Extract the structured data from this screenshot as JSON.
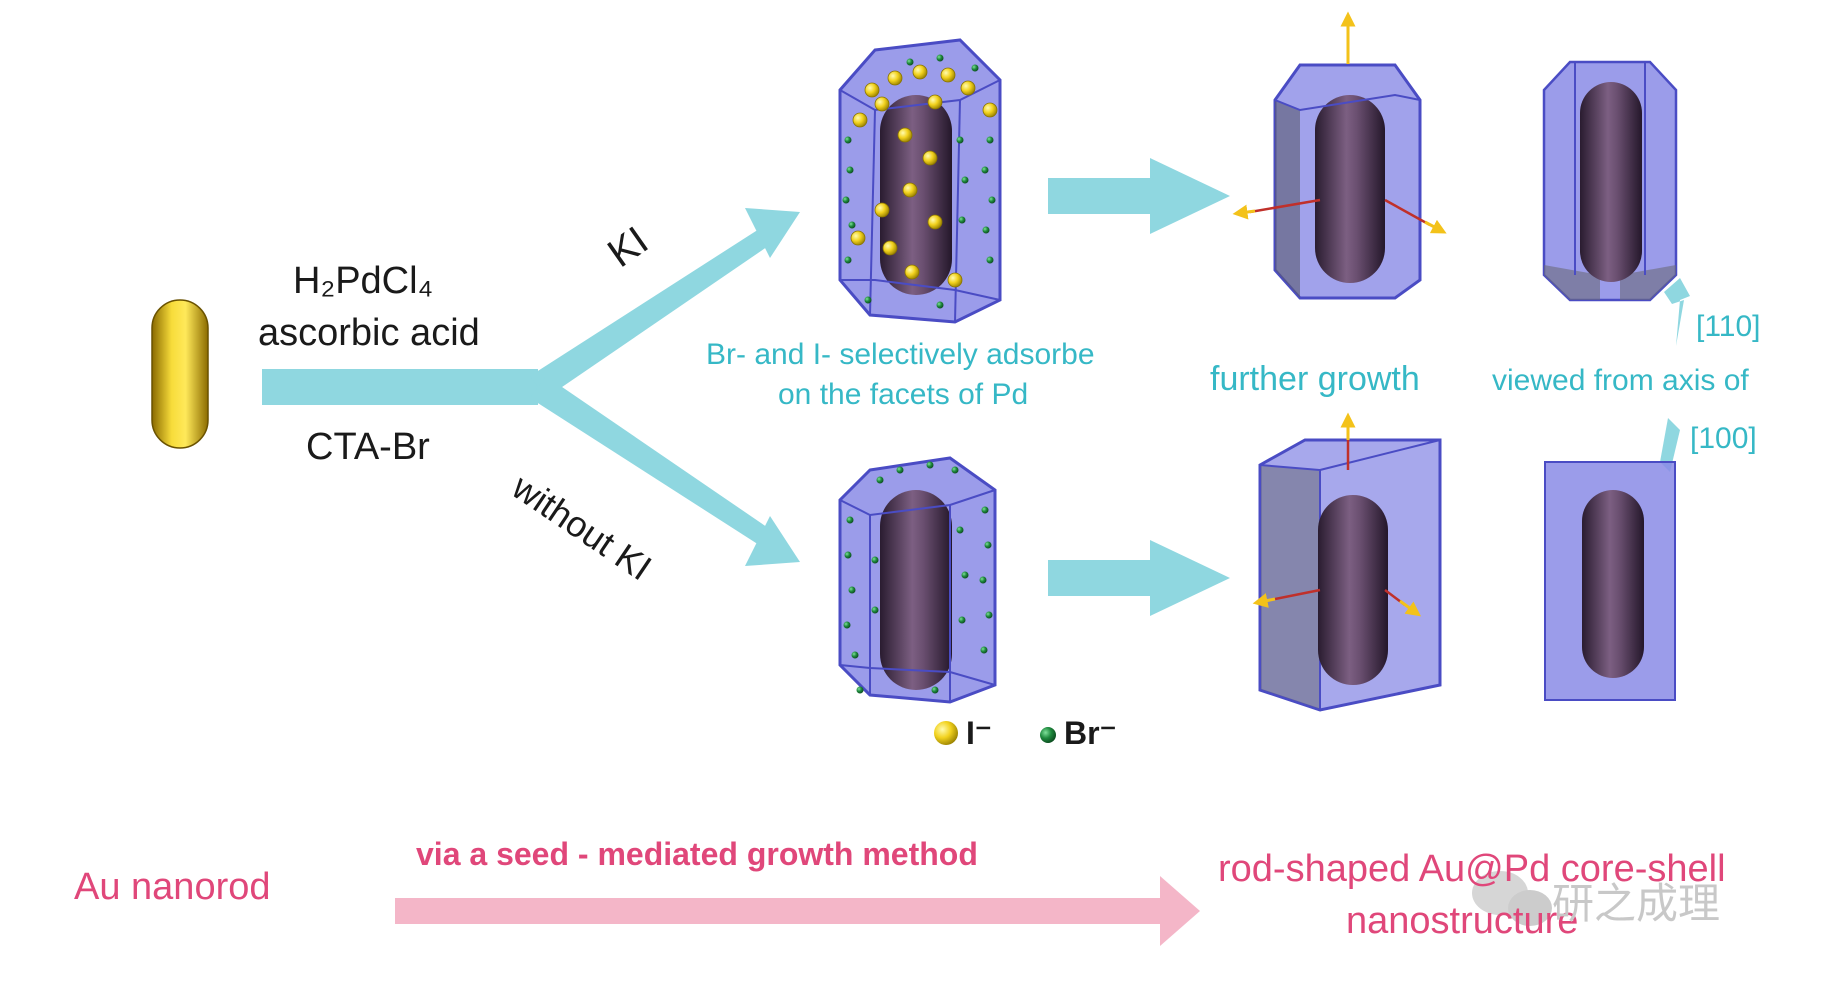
{
  "colors": {
    "arrow_teal": "#8fd7e0",
    "label_teal": "#36b8c6",
    "pink_text": "#e0477a",
    "pink_arrow": "#f4b6c8",
    "pd_shell": "#7a7be0",
    "au_core": "#5a3f6a",
    "iodide": "#f2d21e",
    "bromide": "#1f8a3e",
    "growth_axis": "#f3c21a"
  },
  "labels": {
    "reagent1": "H₂PdCl₄",
    "reagent2": "ascorbic acid",
    "reagent3": "CTA-Br",
    "branch_top": "KI",
    "branch_bottom": "without KI",
    "adsorb_line1": "Br- and I- selectively adsorbe",
    "adsorb_line2": "on the facets of Pd",
    "further_growth": "further growth",
    "viewed_from": "viewed from  axis of",
    "axis_110": "[110]",
    "axis_100": "[100]",
    "legend_iodide": "I⁻",
    "legend_bromide": "Br⁻"
  },
  "bottom": {
    "au_nanorod": "Au nanorod",
    "method": "via a seed - mediated growth method",
    "product_line1": "rod-shaped Au@Pd core-shell",
    "product_line2": "nanostructure",
    "watermark": "研之成理"
  },
  "icons": {
    "seed_rod": "gold-nanorod",
    "wechat": "wechat-icon"
  }
}
